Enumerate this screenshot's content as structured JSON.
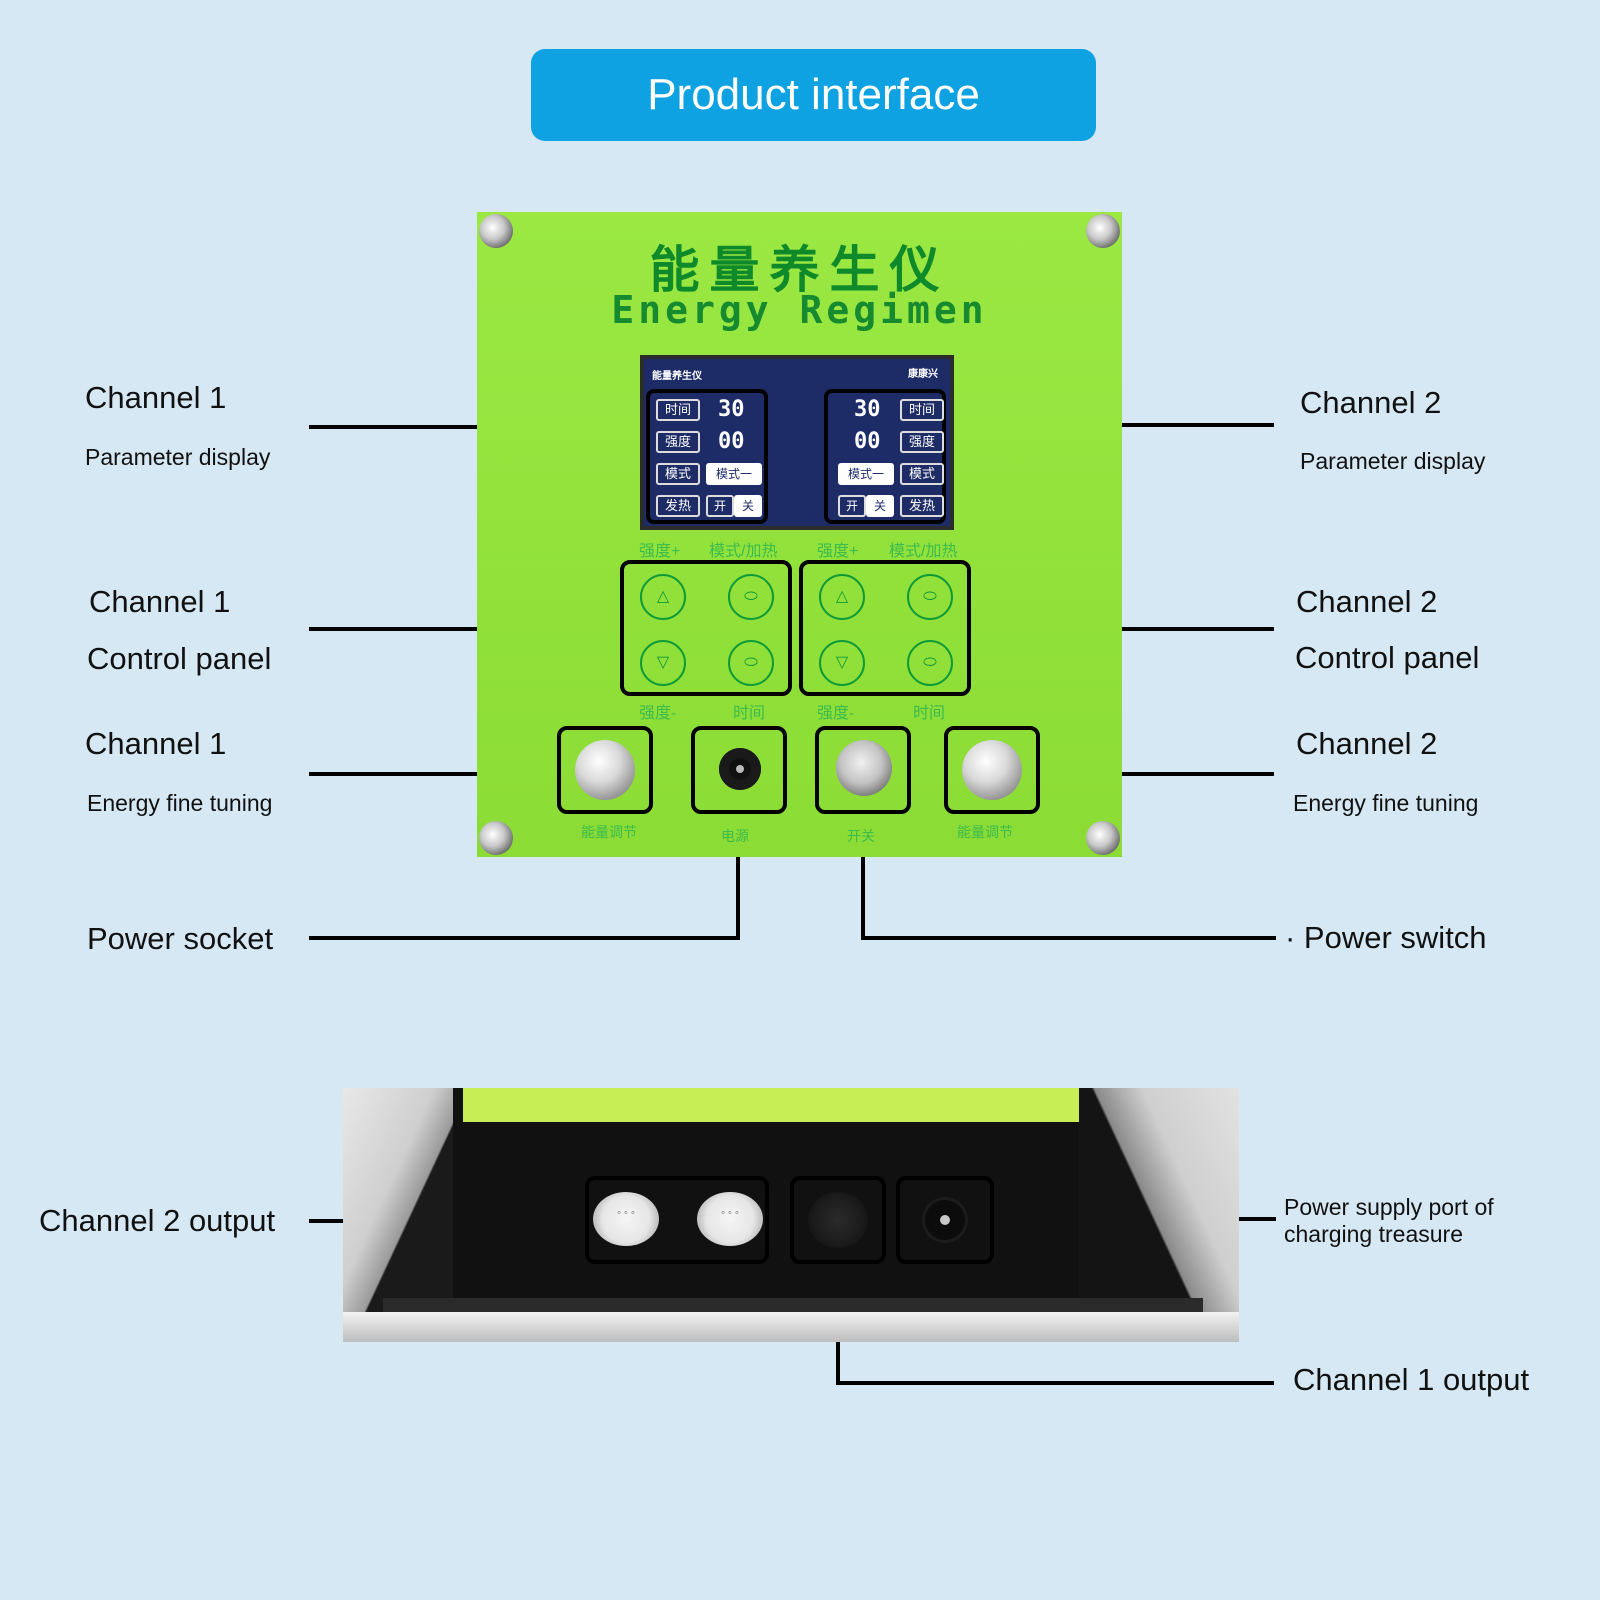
{
  "banner": {
    "title": "Product interface"
  },
  "panel": {
    "title_cn": "能量养生仪",
    "title_en": "Energy Regimen",
    "lcd": {
      "header_left": "能量养生仪",
      "header_right": "康康兴",
      "left": {
        "time_label": "时间",
        "time_value": "30",
        "intensity_label": "强度",
        "intensity_value": "00",
        "mode_label": "模式",
        "mode_value": "模式一",
        "heat_label": "发热",
        "on_label": "开",
        "off_label": "关"
      },
      "right": {
        "time_label": "时间",
        "time_value": "30",
        "intensity_label": "强度",
        "intensity_value": "00",
        "mode_label": "模式",
        "mode_value": "模式一",
        "heat_label": "发热",
        "on_label": "开",
        "off_label": "关"
      }
    },
    "control_captions": {
      "top_left_a": "强度+",
      "top_left_b": "模式/加热",
      "top_right_a": "强度+",
      "top_right_b": "模式/加热",
      "bottom_left_a": "强度-",
      "bottom_left_b": "时间",
      "bottom_right_a": "强度-",
      "bottom_right_b": "时间"
    },
    "bottom_captions": {
      "knob_left": "能量调节",
      "socket": "电源",
      "switch": "开关",
      "knob_right": "能量调节"
    }
  },
  "callouts": {
    "ch1_param_title": "Channel 1",
    "ch1_param_sub": "Parameter display",
    "ch2_param_title": "Channel 2",
    "ch2_param_sub": "Parameter display",
    "ch1_control_title": "Channel 1",
    "ch1_control_sub": "Control panel",
    "ch2_control_title": "Channel 2",
    "ch2_control_sub": "Control panel",
    "ch1_energy_title": "Channel 1",
    "ch1_energy_sub": "Energy fine tuning",
    "ch2_energy_title": "Channel 2",
    "ch2_energy_sub": "Energy fine tuning",
    "power_socket": "Power socket",
    "power_switch": "· Power switch",
    "ch2_output": "Channel 2 output",
    "power_supply_port_line1": "Power supply port of",
    "power_supply_port_line2": "charging treasure",
    "ch1_output": "Channel 1 output"
  },
  "colors": {
    "background": "#d6e8f3",
    "banner": "#0ea2e2",
    "panel_green": "#8fe23a",
    "title_green": "#0f8a2a",
    "lcd_blue": "#1d2b67"
  }
}
